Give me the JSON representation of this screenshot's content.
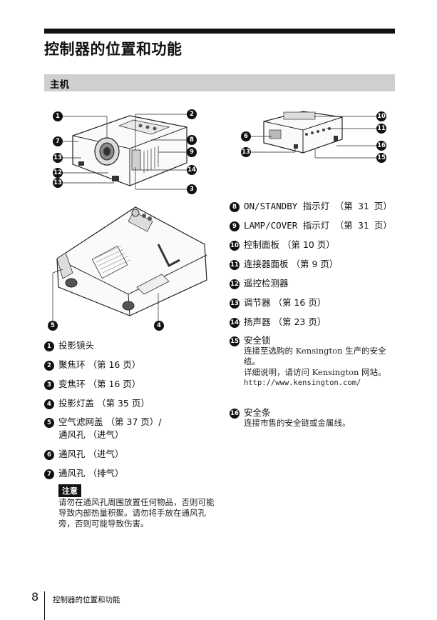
{
  "page": {
    "title": "控制器的位置和功能",
    "section": "主机",
    "page_number": "8",
    "footer": "控制器的位置和功能"
  },
  "figures": {
    "front_callouts": [
      "1",
      "2",
      "7",
      "8",
      "13",
      "9",
      "14",
      "12",
      "13",
      "3"
    ],
    "bottom_callouts": [
      "5",
      "4"
    ],
    "rear_callouts": [
      "6",
      "13",
      "10",
      "11",
      "16",
      "15"
    ]
  },
  "left_items": [
    {
      "num": "1",
      "label": "投影镜头"
    },
    {
      "num": "2",
      "label": "聚焦环 （第 16 页）"
    },
    {
      "num": "3",
      "label": "变焦环 （第 16 页）"
    },
    {
      "num": "4",
      "label": "投影灯盖 （第 35 页）"
    },
    {
      "num": "5",
      "label": "空气滤网盖 （第 37 页）/",
      "label2": "通风孔 （进气）"
    },
    {
      "num": "6",
      "label": "通风孔 （进气）"
    },
    {
      "num": "7",
      "label": "通风孔 （排气）"
    }
  ],
  "note": {
    "tag": "注意",
    "text": "请勿在通风孔周围放置任何物品，否则可能导致内部热量积聚。请勿将手放在通风孔旁，否则可能导致伤害。"
  },
  "right_items": [
    {
      "num": "8",
      "label": "ON/STANDBY 指示灯 （第 31 页）"
    },
    {
      "num": "9",
      "label": "LAMP/COVER 指示灯 （第 31 页）"
    },
    {
      "num": "10",
      "label": "控制面板 （第 10 页）"
    },
    {
      "num": "11",
      "label": "连接器面板 （第 9 页）"
    },
    {
      "num": "12",
      "label": "遥控检测器"
    },
    {
      "num": "13",
      "label": "调节器 （第 16 页）"
    },
    {
      "num": "14",
      "label": "扬声器 （第 23 页）"
    },
    {
      "num": "15",
      "label": "安全锁"
    },
    {
      "num": "16",
      "label": "安全条"
    }
  ],
  "item15_desc": {
    "line1": "连接至选购的 Kensington 生产的安全缆。",
    "line2": "详细说明，请访问 Kensington 网站。",
    "url": "http://www.kensington.com/"
  },
  "item16_desc": "连接市售的安全链或金属线。"
}
